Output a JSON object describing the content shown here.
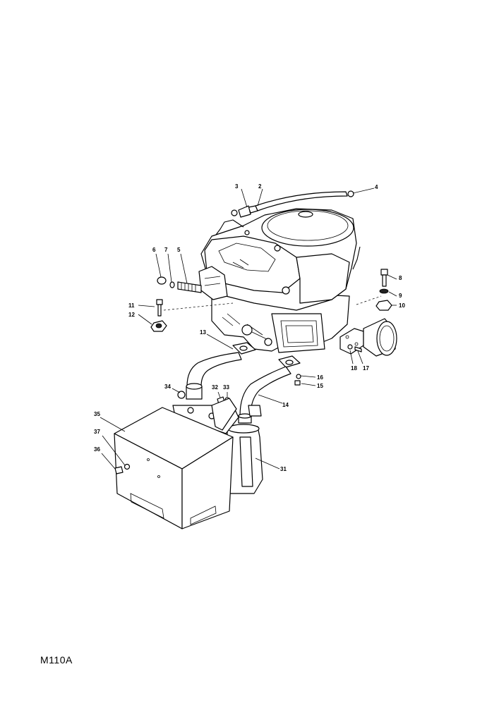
{
  "drawing_id": "M110A",
  "parts": [
    {
      "key": "p2",
      "label": "2"
    },
    {
      "key": "p3",
      "label": "3"
    },
    {
      "key": "p4",
      "label": "4"
    },
    {
      "key": "p5",
      "label": "5"
    },
    {
      "key": "p6",
      "label": "6"
    },
    {
      "key": "p7",
      "label": "7"
    },
    {
      "key": "p8",
      "label": "8"
    },
    {
      "key": "p9",
      "label": "9"
    },
    {
      "key": "p10",
      "label": "10"
    },
    {
      "key": "p11",
      "label": "11"
    },
    {
      "key": "p12",
      "label": "12"
    },
    {
      "key": "p13",
      "label": "13"
    },
    {
      "key": "p14",
      "label": "14"
    },
    {
      "key": "p15",
      "label": "15"
    },
    {
      "key": "p16",
      "label": "16"
    },
    {
      "key": "p17",
      "label": "17"
    },
    {
      "key": "p18",
      "label": "18"
    },
    {
      "key": "p31",
      "label": "31"
    },
    {
      "key": "p32",
      "label": "32"
    },
    {
      "key": "p33",
      "label": "33"
    },
    {
      "key": "p34",
      "label": "34"
    },
    {
      "key": "p35",
      "label": "35"
    },
    {
      "key": "p36",
      "label": "36"
    },
    {
      "key": "p37",
      "label": "37"
    }
  ]
}
